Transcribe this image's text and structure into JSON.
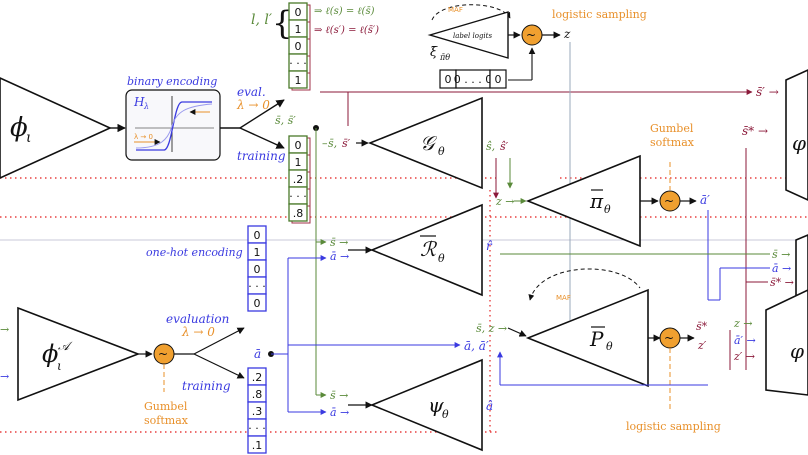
{
  "colors": {
    "ink": "#111111",
    "green": "#5a8a3a",
    "darkred": "#8b1a3a",
    "blue": "#3a3ae0",
    "orange": "#e8902a",
    "dotted_red": "#e84040",
    "grey": "#888888",
    "box_green": "#4a7a2a",
    "box_red": "#a0304a"
  },
  "blocks": {
    "phi_iota": "ϕ",
    "phi_iota_sub": "ι",
    "phi_iota_A": "ϕ",
    "phi_iota_A_sup": "𝒜",
    "phi_iota_A_sub": "ι",
    "G_theta": "𝒢",
    "R_theta": "ℛ",
    "pi_theta": "π",
    "P_theta": "P",
    "psi_theta": "ψ",
    "theta": "θ",
    "label_logits": "label logits",
    "right_top_partial": "φ",
    "right_bottom_partial": "φ"
  },
  "labels": {
    "binary_encoding": "binary encoding",
    "H_lambda": "H",
    "H_lambda_sub": "λ",
    "inset_lambda": "λ → 0",
    "eval": "eval.",
    "lambda_to_0": "λ → 0",
    "training_top": "training",
    "l_lprime": "l, l′",
    "l_s_eq": "⇒ ℓ(s) = ℓ(s̄)",
    "l_sprime_eq": "⇒ ℓ(s′) = ℓ(s̄′)",
    "maf_top": "MAF",
    "maf_bottom": "MAF",
    "logistic_sampling_top": "logistic sampling",
    "logistic_sampling_bottom": "logistic sampling",
    "xi_bar": "ξ̄",
    "xi_sub": "π̄θ",
    "zeros_vector": [
      "0",
      "0 . . . 0",
      "0"
    ],
    "gumbel_softmax_right": [
      "Gumbel",
      "softmax"
    ],
    "gumbel_softmax_left": [
      "Gumbel",
      "softmax"
    ],
    "one_hot_encoding": "one-hot encoding",
    "evaluation": "evaluation",
    "training_bottom": "training",
    "s_bar_s_bar_prime": "s̄, s̄′",
    "s_hat_s_hat_prime": "ŝ, ŝ′",
    "z_arrow": "z →",
    "z_top": "z",
    "a_bar_prime": "ā′",
    "s_bar_prime_far": "s̄′ →",
    "s_star_far": "s̄* →",
    "r_hat": "r̂",
    "s_bar_R": "s̄ →",
    "a_bar_R": "ā →",
    "a_bar_dot": "ā",
    "sbar_z": "s̄, z →",
    "abar_abarp": "ā, ā′",
    "s_star": "s̄*",
    "z_prime": "z′",
    "a_bar_prime_right": "ā′ →",
    "z_right": "z →",
    "z_prime_right": "z′ →",
    "s_bar_psi": "s̄ →",
    "a_bar_psi": "ā →",
    "a_hat": "â",
    "right_s_bar": "s̄ →",
    "right_a_bar": "ā →",
    "right_s_star": "s̄* →",
    "tilde": "~"
  },
  "vectors": {
    "binary_top": [
      "0",
      "1",
      "0",
      "· · ·",
      "1"
    ],
    "binary_training": [
      "0",
      "1",
      ".2",
      "· · ·",
      ".8"
    ],
    "onehot_eval": [
      "0",
      "1",
      "0",
      "· · ·",
      "0"
    ],
    "onehot_training": [
      ".2",
      ".8",
      ".3",
      "· · ·",
      ".1"
    ]
  }
}
